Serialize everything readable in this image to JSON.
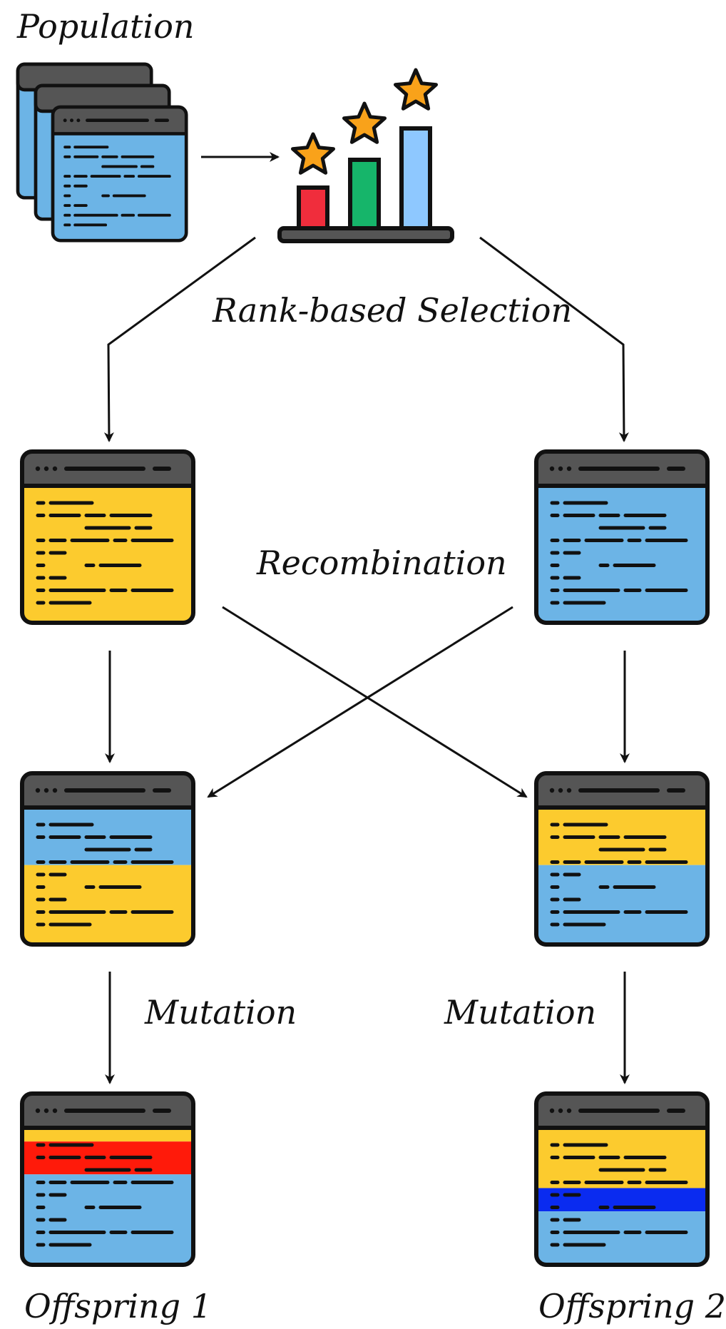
{
  "labels": {
    "population": "Population",
    "selection": "Rank-based Selection",
    "recombination": "Recombination",
    "mutation_left": "Mutation",
    "mutation_right": "Mutation",
    "offspring1": "Offspring 1",
    "offspring2": "Offspring 2"
  },
  "colors": {
    "blue": "#6cb4e6",
    "yellow": "#fccb2e",
    "red": "#ff1a0a",
    "mutation_blue": "#0a2bf0",
    "titlebar": "#555555",
    "outline": "#111111",
    "bar_red": "#f02d3c",
    "bar_green": "#16b56a",
    "bar_blue": "#8ec8ff",
    "star": "#f9a21a"
  },
  "icons": {
    "population": "stacked-code-window-icon",
    "selection": "ranking-bar-chart-icon"
  },
  "windows": [
    {
      "name": "parent-1-window",
      "bands": [
        "yellow"
      ]
    },
    {
      "name": "parent-2-window",
      "bands": [
        "blue"
      ]
    },
    {
      "name": "child-1-window",
      "bands": [
        "blue",
        "yellow"
      ]
    },
    {
      "name": "child-2-window",
      "bands": [
        "yellow",
        "blue"
      ]
    },
    {
      "name": "offspring-1-window",
      "bands": [
        "yellow",
        "red",
        "blue"
      ]
    },
    {
      "name": "offspring-2-window",
      "bands": [
        "yellow",
        "mutation_blue",
        "blue"
      ]
    }
  ]
}
